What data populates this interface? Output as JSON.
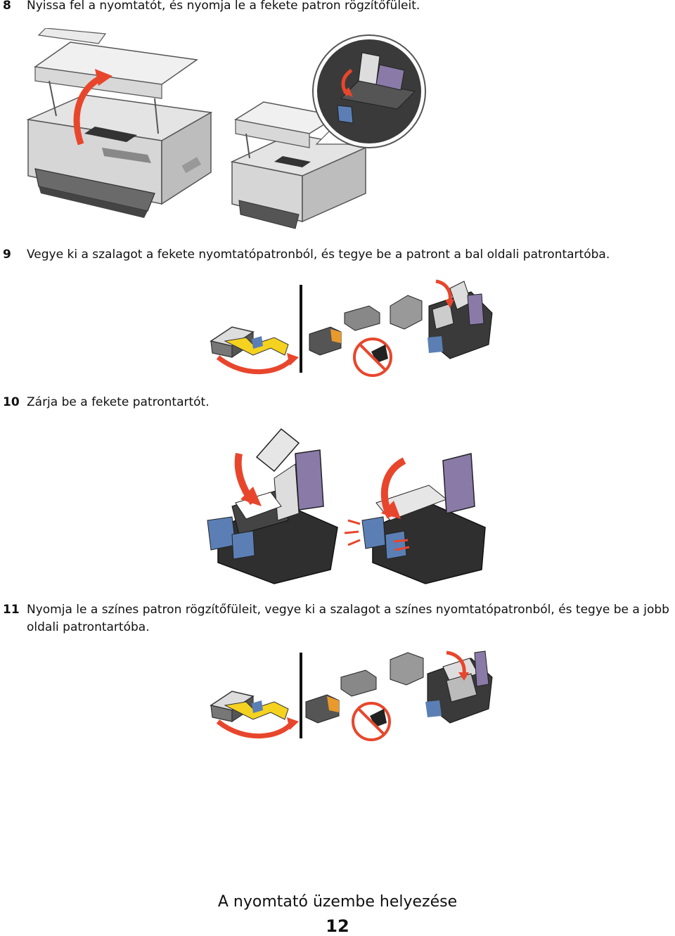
{
  "steps": [
    {
      "num": "8",
      "text": "Nyissa fel a nyomtatót, és nyomja le a fekete patron rögzítőfüleit."
    },
    {
      "num": "9",
      "text": "Vegye ki a szalagot a fekete nyomtatópatronból, és tegye be a patront a bal oldali patrontartóba."
    },
    {
      "num": "10",
      "text": "Zárja be a fekete patrontartót."
    },
    {
      "num": "11",
      "text": "Nyomja le a színes patron rögzítőfüleit, vegye ki a szalagot a színes nyomtatópatronból, és tegye be a jobb oldali patrontartóba."
    }
  ],
  "footer": {
    "title": "A nyomtató üzembe helyezése",
    "page": "12"
  },
  "colors": {
    "accent_arrow": "#e8462c",
    "printer_gray": "#c9c9c9",
    "holder_purple": "#8a7aa8",
    "tape_yellow": "#f5d21f",
    "clip_blue": "#5b7fb5"
  }
}
